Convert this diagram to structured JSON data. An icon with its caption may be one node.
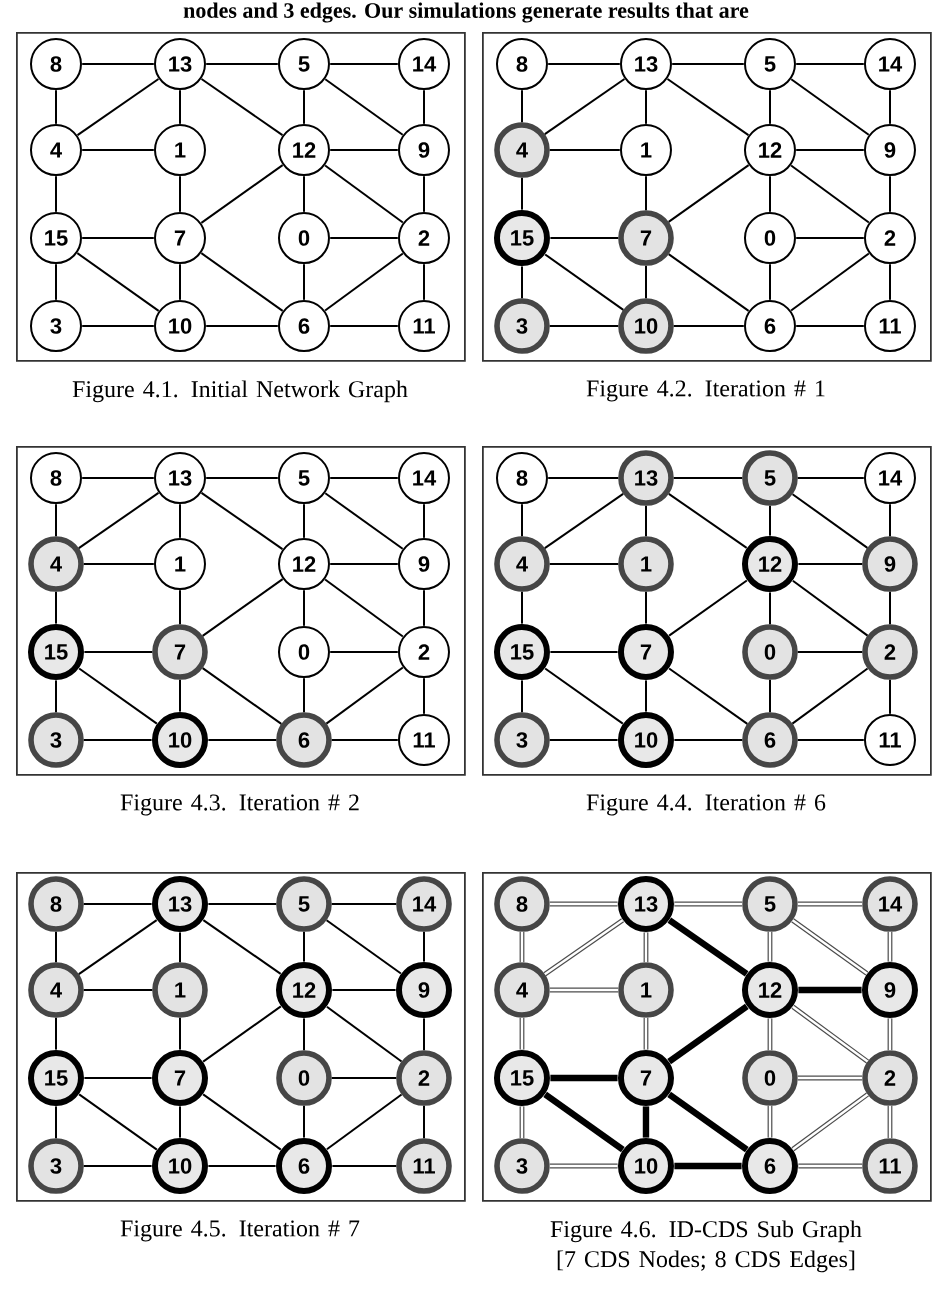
{
  "diagram": {
    "nodes": [
      {
        "text": [],
        "shape": "box",
        "beside": [
          "Figure 4.1. Initial Network Graph"
        ]
      },
      {
        "text": [
          "8"
        ],
        "in": 0
      },
      {
        "text": [
          "13"
        ],
        "in": 0
      },
      {
        "text": [
          "5"
        ],
        "in": 0
      },
      {
        "text": [
          "14"
        ],
        "in": 0
      },
      {
        "text": [
          "4"
        ],
        "in": 0
      },
      {
        "text": [
          "1"
        ],
        "in": 0
      },
      {
        "text": [
          "12"
        ],
        "in": 0
      },
      {
        "text": [
          "9"
        ],
        "in": 0
      },
      {
        "text": [
          "15"
        ],
        "in": 0
      },
      {
        "text": [
          "7"
        ],
        "in": 0
      },
      {
        "text": [
          "0"
        ],
        "in": 0
      },
      {
        "text": [
          "2"
        ],
        "in": 0
      },
      {
        "text": [
          "3"
        ],
        "in": 0
      },
      {
        "text": [
          "10"
        ],
        "in": 0
      },
      {
        "text": [
          "6"
        ],
        "in": 0
      },
      {
        "text": [
          "11"
        ],
        "in": 0
      },
      {
        "text": [],
        "shape": "box",
        "beside": [
          "Figure 4.2. Iteration # 1"
        ]
      },
      {
        "text": [
          "8"
        ],
        "in": 17
      },
      {
        "text": [
          "13"
        ],
        "in": 17
      },
      {
        "text": [
          "5"
        ],
        "in": 17
      },
      {
        "text": [
          "14"
        ],
        "in": 17
      },
      {
        "text": [
          "4"
        ],
        "in": 17
      },
      {
        "text": [
          "1"
        ],
        "in": 17
      },
      {
        "text": [
          "12"
        ],
        "in": 17
      },
      {
        "text": [
          "9"
        ],
        "in": 17
      },
      {
        "text": [
          "15"
        ],
        "in": 17
      },
      {
        "text": [
          "7"
        ],
        "in": 17
      },
      {
        "text": [
          "0"
        ],
        "in": 17
      },
      {
        "text": [
          "2"
        ],
        "in": 17
      },
      {
        "text": [
          "3"
        ],
        "in": 17
      },
      {
        "text": [
          "10"
        ],
        "in": 17
      },
      {
        "text": [
          "6"
        ],
        "in": 17
      },
      {
        "text": [
          "11"
        ],
        "in": 17
      },
      {
        "text": [],
        "shape": "box",
        "beside": [
          "Figure 4.3. Iteration # 2"
        ]
      },
      {
        "text": [
          "8"
        ],
        "in": 34
      },
      {
        "text": [
          "13"
        ],
        "in": 34
      },
      {
        "text": [
          "5"
        ],
        "in": 34
      },
      {
        "text": [
          "14"
        ],
        "in": 34
      },
      {
        "text": [
          "4"
        ],
        "in": 34
      },
      {
        "text": [
          "1"
        ],
        "in": 34
      },
      {
        "text": [
          "12"
        ],
        "in": 34
      },
      {
        "text": [
          "9"
        ],
        "in": 34
      },
      {
        "text": [
          "15"
        ],
        "in": 34
      },
      {
        "text": [
          "7"
        ],
        "in": 34
      },
      {
        "text": [
          "0"
        ],
        "in": 34
      },
      {
        "text": [
          "2"
        ],
        "in": 34
      },
      {
        "text": [
          "3"
        ],
        "in": 34
      },
      {
        "text": [
          "10"
        ],
        "in": 34
      },
      {
        "text": [
          "6"
        ],
        "in": 34
      },
      {
        "text": [
          "11"
        ],
        "in": 34
      },
      {
        "text": [],
        "shape": "box",
        "beside": [
          "Figure 4.4. Iteration # 6"
        ]
      },
      {
        "text": [
          "8"
        ],
        "in": 51
      },
      {
        "text": [
          "13"
        ],
        "in": 51
      },
      {
        "text": [
          "5"
        ],
        "in": 51
      },
      {
        "text": [
          "14"
        ],
        "in": 51
      },
      {
        "text": [
          "4"
        ],
        "in": 51
      },
      {
        "text": [
          "1"
        ],
        "in": 51
      },
      {
        "text": [
          "12"
        ],
        "in": 51
      },
      {
        "text": [
          "9"
        ],
        "in": 51
      },
      {
        "text": [
          "15"
        ],
        "in": 51
      },
      {
        "text": [
          "7"
        ],
        "in": 51
      },
      {
        "text": [
          "0"
        ],
        "in": 51
      },
      {
        "text": [
          "2"
        ],
        "in": 51
      },
      {
        "text": [
          "3"
        ],
        "in": 51
      },
      {
        "text": [
          "10"
        ],
        "in": 51
      },
      {
        "text": [
          "6"
        ],
        "in": 51
      },
      {
        "text": [
          "11"
        ],
        "in": 51
      },
      {
        "text": [],
        "shape": "box",
        "beside": [
          "Figure 4.5. Iteration # 7"
        ]
      },
      {
        "text": [
          "8"
        ],
        "in": 68
      },
      {
        "text": [
          "13"
        ],
        "in": 68
      },
      {
        "text": [
          "5"
        ],
        "in": 68
      },
      {
        "text": [
          "14"
        ],
        "in": 68
      },
      {
        "text": [
          "4"
        ],
        "in": 68
      },
      {
        "text": [
          "1"
        ],
        "in": 68
      },
      {
        "text": [
          "12"
        ],
        "in": 68
      },
      {
        "text": [
          "9"
        ],
        "in": 68
      },
      {
        "text": [
          "15"
        ],
        "in": 68
      },
      {
        "text": [
          "7"
        ],
        "in": 68
      },
      {
        "text": [
          "0"
        ],
        "in": 68
      },
      {
        "text": [
          "2"
        ],
        "in": 68
      },
      {
        "text": [
          "3"
        ],
        "in": 68
      },
      {
        "text": [
          "10"
        ],
        "in": 68
      },
      {
        "text": [
          "6"
        ],
        "in": 68
      },
      {
        "text": [
          "11"
        ],
        "in": 68
      },
      {
        "text": [],
        "shape": "box",
        "beside": [
          "Figure 4.6. ID-CDS Sub Graph [7 CDS Nodes; 8 CDS Edges]"
        ]
      },
      {
        "text": [
          "8"
        ],
        "in": 85
      },
      {
        "text": [
          "13"
        ],
        "in": 85
      },
      {
        "text": [
          "5"
        ],
        "in": 85
      },
      {
        "text": [
          "14"
        ],
        "in": 85
      },
      {
        "text": [
          "4"
        ],
        "in": 85
      },
      {
        "text": [
          "1"
        ],
        "in": 85
      },
      {
        "text": [
          "12"
        ],
        "in": 85
      },
      {
        "text": [
          "9"
        ],
        "in": 85
      },
      {
        "text": [
          "15"
        ],
        "in": 85
      },
      {
        "text": [
          "7"
        ],
        "in": 85
      },
      {
        "text": [
          "0"
        ],
        "in": 85
      },
      {
        "text": [
          "2"
        ],
        "in": 85
      },
      {
        "text": [
          "3"
        ],
        "in": 85
      },
      {
        "text": [
          "10"
        ],
        "in": 85
      },
      {
        "text": [
          "6"
        ],
        "in": 85
      },
      {
        "text": [
          "11"
        ],
        "in": 85
      }
    ],
    "edges": [
      {
        "from": 1,
        "to": 2,
        "arrow": "none"
      },
      {
        "from": 2,
        "to": 3,
        "arrow": "none"
      },
      {
        "from": 3,
        "to": 4,
        "arrow": "none"
      },
      {
        "from": 1,
        "to": 5,
        "arrow": "none"
      },
      {
        "from": 2,
        "to": 5,
        "arrow": "none"
      },
      {
        "from": 2,
        "to": 6,
        "arrow": "none"
      },
      {
        "from": 2,
        "to": 7,
        "arrow": "none"
      },
      {
        "from": 3,
        "to": 7,
        "arrow": "none"
      },
      {
        "from": 3,
        "to": 8,
        "arrow": "none"
      },
      {
        "from": 4,
        "to": 8,
        "arrow": "none"
      },
      {
        "from": 5,
        "to": 6,
        "arrow": "none"
      },
      {
        "from": 7,
        "to": 8,
        "arrow": "none"
      },
      {
        "from": 5,
        "to": 9,
        "arrow": "none"
      },
      {
        "from": 6,
        "to": 10,
        "arrow": "none"
      },
      {
        "from": 10,
        "to": 7,
        "arrow": "none"
      },
      {
        "from": 7,
        "to": 11,
        "arrow": "none"
      },
      {
        "from": 7,
        "to": 12,
        "arrow": "none"
      },
      {
        "from": 8,
        "to": 12,
        "arrow": "none"
      },
      {
        "from": 9,
        "to": 10,
        "arrow": "none"
      },
      {
        "from": 11,
        "to": 12,
        "arrow": "none"
      },
      {
        "from": 9,
        "to": 13,
        "arrow": "none"
      },
      {
        "from": 9,
        "to": 14,
        "arrow": "none"
      },
      {
        "from": 10,
        "to": 14,
        "arrow": "none"
      },
      {
        "from": 10,
        "to": 15,
        "arrow": "none"
      },
      {
        "from": 11,
        "to": 15,
        "arrow": "none"
      },
      {
        "from": 12,
        "to": 15,
        "arrow": "none"
      },
      {
        "from": 12,
        "to": 16,
        "arrow": "none"
      },
      {
        "from": 13,
        "to": 14,
        "arrow": "none"
      },
      {
        "from": 14,
        "to": 15,
        "arrow": "none"
      },
      {
        "from": 15,
        "to": 16,
        "arrow": "none"
      },
      {
        "from": 18,
        "to": 19,
        "arrow": "none"
      },
      {
        "from": 19,
        "to": 20,
        "arrow": "none"
      },
      {
        "from": 20,
        "to": 21,
        "arrow": "none"
      },
      {
        "from": 18,
        "to": 22,
        "arrow": "none"
      },
      {
        "from": 19,
        "to": 22,
        "arrow": "none"
      },
      {
        "from": 19,
        "to": 23,
        "arrow": "none"
      },
      {
        "from": 19,
        "to": 24,
        "arrow": "none"
      },
      {
        "from": 20,
        "to": 24,
        "arrow": "none"
      },
      {
        "from": 20,
        "to": 25,
        "arrow": "none"
      },
      {
        "from": 21,
        "to": 25,
        "arrow": "none"
      },
      {
        "from": 22,
        "to": 23,
        "arrow": "none"
      },
      {
        "from": 24,
        "to": 25,
        "arrow": "none"
      },
      {
        "from": 22,
        "to": 26,
        "arrow": "none"
      },
      {
        "from": 23,
        "to": 27,
        "arrow": "none"
      },
      {
        "from": 27,
        "to": 24,
        "arrow": "none"
      },
      {
        "from": 24,
        "to": 28,
        "arrow": "none"
      },
      {
        "from": 24,
        "to": 29,
        "arrow": "none"
      },
      {
        "from": 25,
        "to": 29,
        "arrow": "none"
      },
      {
        "from": 26,
        "to": 27,
        "arrow": "none"
      },
      {
        "from": 28,
        "to": 29,
        "arrow": "none"
      },
      {
        "from": 26,
        "to": 30,
        "arrow": "none"
      },
      {
        "from": 26,
        "to": 31,
        "arrow": "none"
      },
      {
        "from": 27,
        "to": 31,
        "arrow": "none"
      },
      {
        "from": 27,
        "to": 32,
        "arrow": "none"
      },
      {
        "from": 28,
        "to": 32,
        "arrow": "none"
      },
      {
        "from": 29,
        "to": 32,
        "arrow": "none"
      },
      {
        "from": 29,
        "to": 33,
        "arrow": "none"
      },
      {
        "from": 30,
        "to": 31,
        "arrow": "none"
      },
      {
        "from": 31,
        "to": 32,
        "arrow": "none"
      },
      {
        "from": 32,
        "to": 33,
        "arrow": "none"
      },
      {
        "from": 35,
        "to": 36,
        "arrow": "none"
      },
      {
        "from": 36,
        "to": 37,
        "arrow": "none"
      },
      {
        "from": 37,
        "to": 38,
        "arrow": "none"
      },
      {
        "from": 35,
        "to": 39,
        "arrow": "none"
      },
      {
        "from": 36,
        "to": 39,
        "arrow": "none"
      },
      {
        "from": 36,
        "to": 40,
        "arrow": "none"
      },
      {
        "from": 36,
        "to": 41,
        "arrow": "none"
      },
      {
        "from": 37,
        "to": 41,
        "arrow": "none"
      },
      {
        "from": 37,
        "to": 42,
        "arrow": "none"
      },
      {
        "from": 38,
        "to": 42,
        "arrow": "none"
      },
      {
        "from": 39,
        "to": 40,
        "arrow": "none"
      },
      {
        "from": 41,
        "to": 42,
        "arrow": "none"
      },
      {
        "from": 39,
        "to": 43,
        "arrow": "none"
      },
      {
        "from": 40,
        "to": 44,
        "arrow": "none"
      },
      {
        "from": 44,
        "to": 41,
        "arrow": "none"
      },
      {
        "from": 41,
        "to": 45,
        "arrow": "none"
      },
      {
        "from": 41,
        "to": 46,
        "arrow": "none"
      },
      {
        "from": 42,
        "to": 46,
        "arrow": "none"
      },
      {
        "from": 43,
        "to": 44,
        "arrow": "none"
      },
      {
        "from": 45,
        "to": 46,
        "arrow": "none"
      },
      {
        "from": 43,
        "to": 47,
        "arrow": "none"
      },
      {
        "from": 43,
        "to": 48,
        "arrow": "none"
      },
      {
        "from": 44,
        "to": 48,
        "arrow": "none"
      },
      {
        "from": 44,
        "to": 49,
        "arrow": "none"
      },
      {
        "from": 45,
        "to": 49,
        "arrow": "none"
      },
      {
        "from": 46,
        "to": 49,
        "arrow": "none"
      },
      {
        "from": 46,
        "to": 50,
        "arrow": "none"
      },
      {
        "from": 47,
        "to": 48,
        "arrow": "none"
      },
      {
        "from": 48,
        "to": 49,
        "arrow": "none"
      },
      {
        "from": 49,
        "to": 50,
        "arrow": "none"
      },
      {
        "from": 52,
        "to": 53,
        "arrow": "none"
      },
      {
        "from": 53,
        "to": 54,
        "arrow": "none"
      },
      {
        "from": 54,
        "to": 55,
        "arrow": "none"
      },
      {
        "from": 52,
        "to": 56,
        "arrow": "none"
      },
      {
        "from": 53,
        "to": 56,
        "arrow": "none"
      },
      {
        "from": 53,
        "to": 57,
        "arrow": "none"
      },
      {
        "from": 53,
        "to": 58,
        "arrow": "none"
      },
      {
        "from": 54,
        "to": 58,
        "arrow": "none"
      },
      {
        "from": 54,
        "to": 59,
        "arrow": "none"
      },
      {
        "from": 55,
        "to": 59,
        "arrow": "none"
      },
      {
        "from": 56,
        "to": 57,
        "arrow": "none"
      },
      {
        "from": 58,
        "to": 59,
        "arrow": "none"
      },
      {
        "from": 56,
        "to": 60,
        "arrow": "none"
      },
      {
        "from": 57,
        "to": 61,
        "arrow": "none"
      },
      {
        "from": 61,
        "to": 58,
        "arrow": "none"
      },
      {
        "from": 58,
        "to": 62,
        "arrow": "none"
      },
      {
        "from": 58,
        "to": 63,
        "arrow": "none"
      },
      {
        "from": 59,
        "to": 63,
        "arrow": "none"
      },
      {
        "from": 60,
        "to": 61,
        "arrow": "none"
      },
      {
        "from": 62,
        "to": 63,
        "arrow": "none"
      },
      {
        "from": 60,
        "to": 64,
        "arrow": "none"
      },
      {
        "from": 60,
        "to": 65,
        "arrow": "none"
      },
      {
        "from": 61,
        "to": 65,
        "arrow": "none"
      },
      {
        "from": 61,
        "to": 66,
        "arrow": "none"
      },
      {
        "from": 62,
        "to": 66,
        "arrow": "none"
      },
      {
        "from": 63,
        "to": 66,
        "arrow": "none"
      },
      {
        "from": 63,
        "to": 67,
        "arrow": "none"
      },
      {
        "from": 64,
        "to": 65,
        "arrow": "none"
      },
      {
        "from": 65,
        "to": 66,
        "arrow": "none"
      },
      {
        "from": 66,
        "to": 67,
        "arrow": "none"
      },
      {
        "from": 69,
        "to": 70,
        "arrow": "none"
      },
      {
        "from": 70,
        "to": 71,
        "arrow": "none"
      },
      {
        "from": 71,
        "to": 72,
        "arrow": "none"
      },
      {
        "from": 69,
        "to": 73,
        "arrow": "none"
      },
      {
        "from": 70,
        "to": 73,
        "arrow": "none"
      },
      {
        "from": 70,
        "to": 74,
        "arrow": "none"
      },
      {
        "from": 70,
        "to": 75,
        "arrow": "none"
      },
      {
        "from": 71,
        "to": 75,
        "arrow": "none"
      },
      {
        "from": 71,
        "to": 76,
        "arrow": "none"
      },
      {
        "from": 72,
        "to": 76,
        "arrow": "none"
      },
      {
        "from": 73,
        "to": 74,
        "arrow": "none"
      },
      {
        "from": 75,
        "to": 76,
        "arrow": "none"
      },
      {
        "from": 73,
        "to": 77,
        "arrow": "none"
      },
      {
        "from": 74,
        "to": 78,
        "arrow": "none"
      },
      {
        "from": 78,
        "to": 75,
        "arrow": "none"
      },
      {
        "from": 75,
        "to": 79,
        "arrow": "none"
      },
      {
        "from": 75,
        "to": 80,
        "arrow": "none"
      },
      {
        "from": 76,
        "to": 80,
        "arrow": "none"
      },
      {
        "from": 77,
        "to": 78,
        "arrow": "none"
      },
      {
        "from": 79,
        "to": 80,
        "arrow": "none"
      },
      {
        "from": 77,
        "to": 81,
        "arrow": "none"
      },
      {
        "from": 77,
        "to": 82,
        "arrow": "none"
      },
      {
        "from": 78,
        "to": 82,
        "arrow": "none"
      },
      {
        "from": 78,
        "to": 83,
        "arrow": "none"
      },
      {
        "from": 79,
        "to": 83,
        "arrow": "none"
      },
      {
        "from": 80,
        "to": 83,
        "arrow": "none"
      },
      {
        "from": 80,
        "to": 84,
        "arrow": "none"
      },
      {
        "from": 81,
        "to": 82,
        "arrow": "none"
      },
      {
        "from": 82,
        "to": 83,
        "arrow": "none"
      },
      {
        "from": 83,
        "to": 84,
        "arrow": "none"
      },
      {
        "from": 86,
        "to": 87,
        "arrow": "none"
      },
      {
        "from": 87,
        "to": 88,
        "arrow": "none"
      },
      {
        "from": 88,
        "to": 89,
        "arrow": "none"
      },
      {
        "from": 86,
        "to": 90,
        "arrow": "none"
      },
      {
        "from": 87,
        "to": 90,
        "arrow": "none"
      },
      {
        "from": 87,
        "to": 91,
        "arrow": "none"
      },
      {
        "from": 87,
        "to": 92,
        "arrow": "none",
        "style": "thick"
      },
      {
        "from": 88,
        "to": 92,
        "arrow": "none"
      },
      {
        "from": 88,
        "to": 93,
        "arrow": "none"
      },
      {
        "from": 89,
        "to": 93,
        "arrow": "none"
      },
      {
        "from": 90,
        "to": 91,
        "arrow": "none"
      },
      {
        "from": 92,
        "to": 93,
        "arrow": "none",
        "style": "thick"
      },
      {
        "from": 90,
        "to": 94,
        "arrow": "none"
      },
      {
        "from": 91,
        "to": 95,
        "arrow": "none"
      },
      {
        "from": 95,
        "to": 92,
        "arrow": "none",
        "style": "thick"
      },
      {
        "from": 92,
        "to": 96,
        "arrow": "none"
      },
      {
        "from": 92,
        "to": 97,
        "arrow": "none"
      },
      {
        "from": 93,
        "to": 97,
        "arrow": "none"
      },
      {
        "from": 94,
        "to": 95,
        "arrow": "none",
        "style": "thick"
      },
      {
        "from": 96,
        "to": 97,
        "arrow": "none"
      },
      {
        "from": 94,
        "to": 98,
        "arrow": "none"
      },
      {
        "from": 94,
        "to": 99,
        "arrow": "none",
        "style": "thick"
      },
      {
        "from": 95,
        "to": 99,
        "arrow": "none",
        "style": "thick"
      },
      {
        "from": 95,
        "to": 100,
        "arrow": "none",
        "style": "thick"
      },
      {
        "from": 96,
        "to": 100,
        "arrow": "none"
      },
      {
        "from": 97,
        "to": 100,
        "arrow": "none"
      },
      {
        "from": 97,
        "to": 101,
        "arrow": "none"
      },
      {
        "from": 98,
        "to": 99,
        "arrow": "none"
      },
      {
        "from": 99,
        "to": 100,
        "arrow": "none",
        "style": "thick"
      },
      {
        "from": 100,
        "to": 101,
        "arrow": "none"
      }
    ],
    "labels": [
      "nodes and 3 edges. Our simulations generate results that are"
    ]
  }
}
